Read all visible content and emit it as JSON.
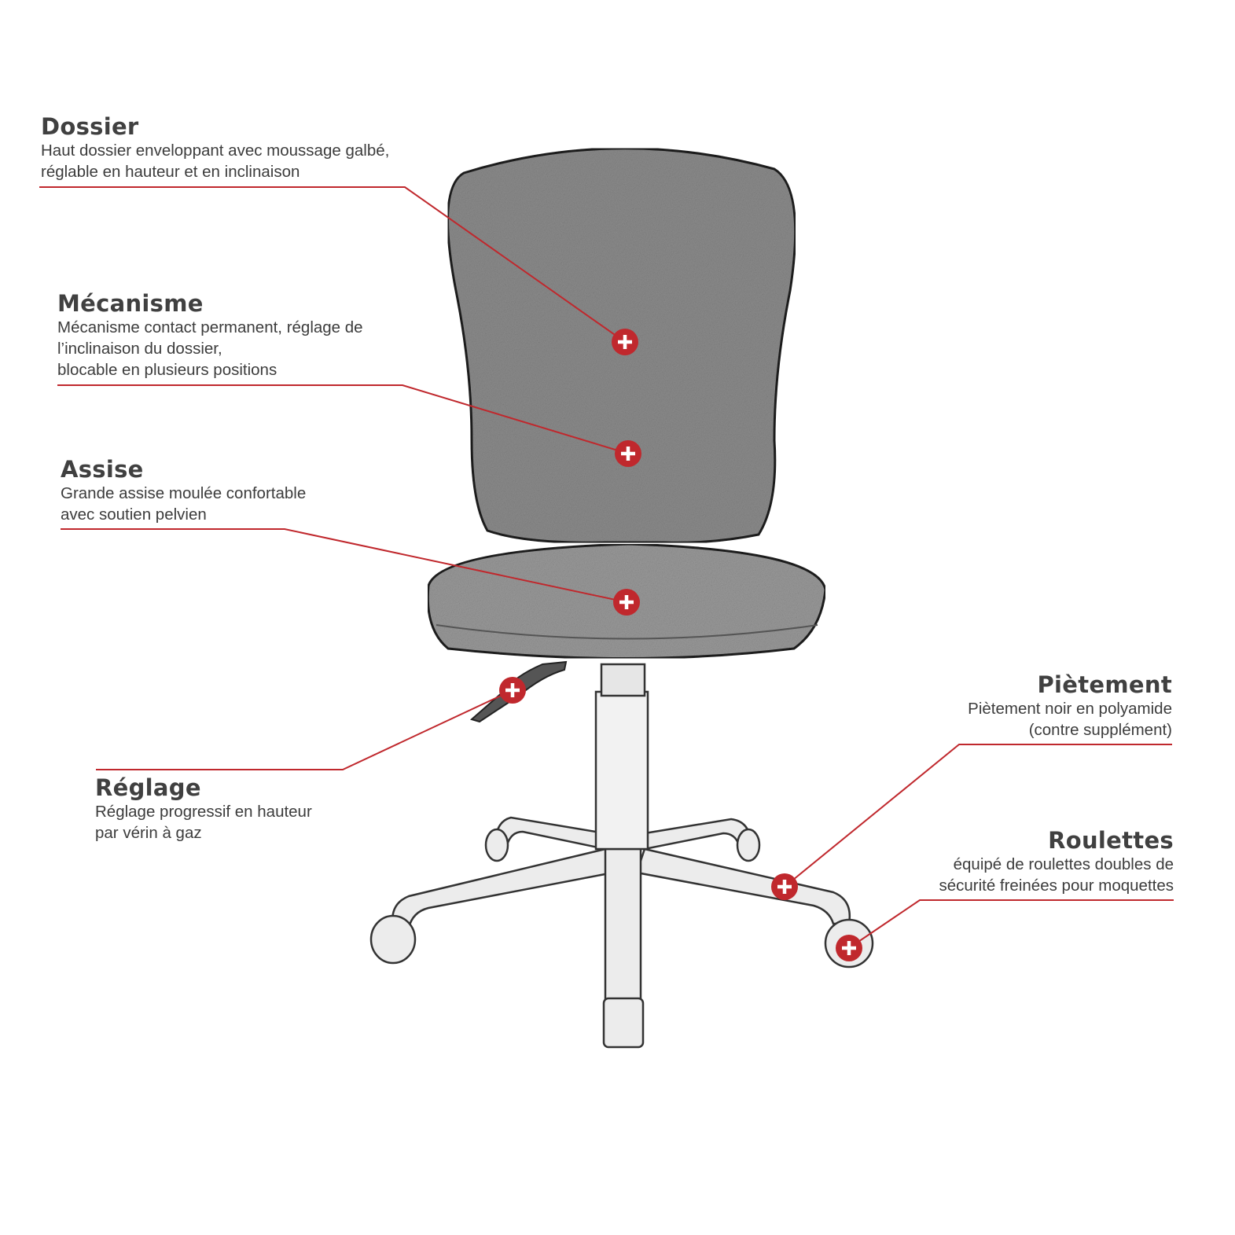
{
  "colors": {
    "accent": "#c0282d",
    "text": "#404040",
    "chair_fill": "#8c8c8c",
    "chair_outline": "#1e1e1e"
  },
  "features": [
    {
      "id": "dossier",
      "title": "Dossier",
      "lines": [
        "Haut dossier enveloppant avec moussage galbé,",
        "réglable en hauteur et en inclinaison"
      ],
      "icon": "plus-marker-icon"
    },
    {
      "id": "mecanisme",
      "title": "Mécanisme",
      "lines": [
        "Mécanisme contact permanent, réglage de",
        "l’inclinaison du dossier,",
        "blocable en plusieurs positions"
      ],
      "icon": "plus-marker-icon"
    },
    {
      "id": "assise",
      "title": "Assise",
      "lines": [
        "Grande assise moulée confortable",
        "avec soutien pelvien"
      ],
      "icon": "plus-marker-icon"
    },
    {
      "id": "reglage",
      "title": "Réglage",
      "lines": [
        "Réglage progressif en hauteur",
        "par vérin à gaz"
      ],
      "icon": "plus-marker-icon"
    },
    {
      "id": "pietement",
      "title": "Piètement",
      "lines": [
        "Piètement noir en polyamide",
        "(contre supplément)"
      ],
      "icon": "plus-marker-icon"
    },
    {
      "id": "roulettes",
      "title": "Roulettes",
      "lines": [
        "équipé de roulettes doubles de",
        "sécurité freinées pour moquettes"
      ],
      "icon": "plus-marker-icon"
    }
  ]
}
